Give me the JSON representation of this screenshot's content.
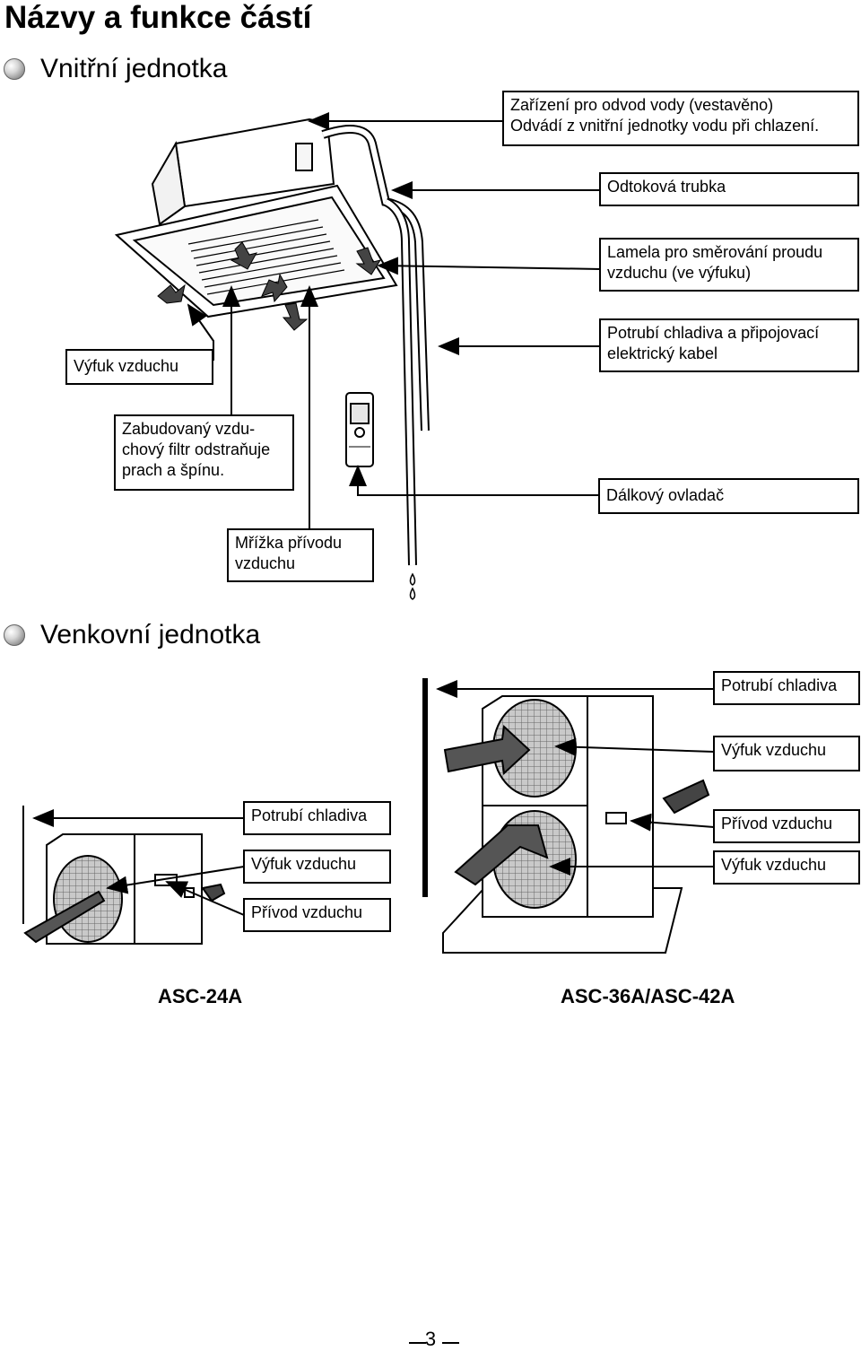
{
  "page_title": "Názvy a funkce částí",
  "sections": {
    "indoor": "Vnitřní jednotka",
    "outdoor": "Venkovní jednotka"
  },
  "indoor_labels": {
    "drain_device_line1": "Zařízení pro odvod vody (vestavěno)",
    "drain_device_line2": "Odvádí z vnitřní jednotky vodu při chlazení.",
    "drain_hose": "Odtoková trubka",
    "louver_line1": "Lamela pro směrování proudu",
    "louver_line2": "vzduchu (ve výfuku)",
    "air_outlet": "Výfuk vzduchu",
    "refrigerant_line1": "Potrubí chladiva a připojovací",
    "refrigerant_line2": "elektrický kabel",
    "filter_line1": "Zabudovaný vzdu-",
    "filter_line2": "chový filtr odstraňuje",
    "filter_line3": "prach a špínu.",
    "remote": "Dálkový ovladač",
    "intake_grille_line1": "Mřížka přívodu",
    "intake_grille_line2": "vzduchu"
  },
  "outdoor_small": {
    "model": "ASC-24A",
    "pipe": "Potrubí chladiva",
    "outlet": "Výfuk vzduchu",
    "inlet": "Přívod vzduchu"
  },
  "outdoor_large": {
    "model": "ASC-36A/ASC-42A",
    "pipe": "Potrubí chladiva",
    "outlet_top": "Výfuk vzduchu",
    "inlet": "Přívod vzduchu",
    "outlet_bottom": "Výfuk vzduchu"
  },
  "page_number": "3"
}
